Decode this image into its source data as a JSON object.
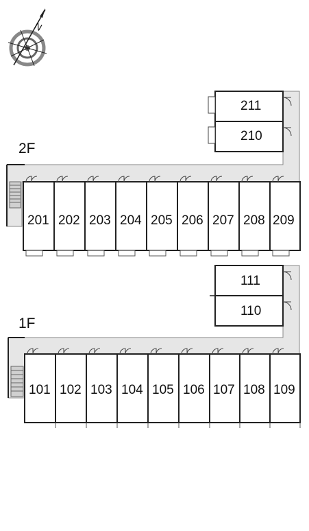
{
  "compass": {
    "icon": "compass-north-icon",
    "north_label": "N"
  },
  "floors": [
    {
      "label": "2F",
      "side_units": [
        "211",
        "210"
      ],
      "row_units": [
        "201",
        "202",
        "203",
        "204",
        "205",
        "206",
        "207",
        "208",
        "209"
      ]
    },
    {
      "label": "1F",
      "side_units": [
        "111",
        "110"
      ],
      "row_units": [
        "101",
        "102",
        "103",
        "104",
        "105",
        "106",
        "107",
        "108",
        "109"
      ]
    }
  ],
  "colors": {
    "wall": "#222222",
    "corridor": "#e6e6e6",
    "stair": "#cfcfcf"
  }
}
